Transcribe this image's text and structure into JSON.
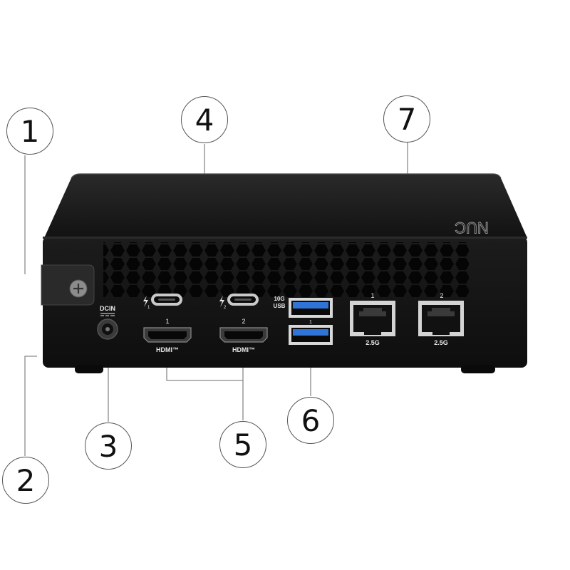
{
  "callouts": [
    "1",
    "2",
    "3",
    "4",
    "5",
    "6",
    "7"
  ],
  "brand_logo": "NUC",
  "ports": {
    "dc_label": "DCIN",
    "usb_label_top": "10G",
    "usb_label_bottom": "USB",
    "usb_marker": "1",
    "tb_index_1": "1",
    "tb_index_2": "2",
    "hdmi_1_number": "1",
    "hdmi_2_number": "2",
    "hdmi_text": "HDMI™",
    "lan_1_number": "1",
    "lan_2_number": "2",
    "lan_speed": "2.5G"
  },
  "colors": {
    "chassis": "#161616",
    "usb_blue": "#2f74d6",
    "callout_stroke": "#555555"
  }
}
